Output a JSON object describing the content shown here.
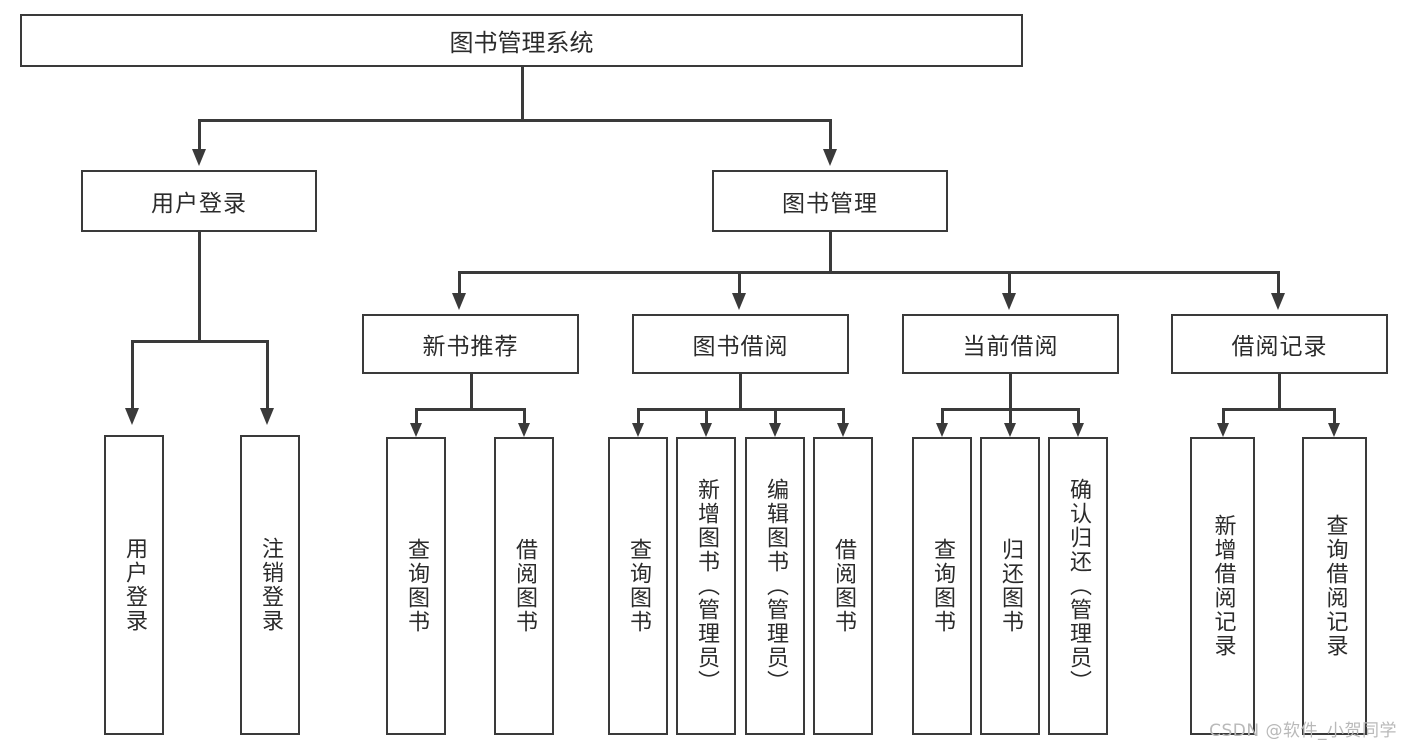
{
  "diagram": {
    "title": "图书管理系统",
    "type": "tree",
    "root": {
      "label": "图书管理系统"
    },
    "level2": [
      {
        "label": "用户登录"
      },
      {
        "label": "图书管理"
      }
    ],
    "level3": [
      {
        "label": "新书推荐"
      },
      {
        "label": "图书借阅"
      },
      {
        "label": "当前借阅"
      },
      {
        "label": "借阅记录"
      }
    ],
    "leaves": {
      "user_login": [
        {
          "label": "用户登录"
        },
        {
          "label": "注销登录"
        }
      ],
      "new_book_recommend": [
        {
          "label": "查询图书"
        },
        {
          "label": "借阅图书"
        }
      ],
      "book_borrow": [
        {
          "label": "查询图书"
        },
        {
          "label": "新增图书（管理员）"
        },
        {
          "label": "编辑图书（管理员）"
        },
        {
          "label": "借阅图书"
        }
      ],
      "current_borrow": [
        {
          "label": "查询图书"
        },
        {
          "label": "归还图书"
        },
        {
          "label": "确认归还（管理员）"
        }
      ],
      "borrow_record": [
        {
          "label": "新增借阅记录"
        },
        {
          "label": "查询借阅记录"
        }
      ]
    }
  },
  "watermark": {
    "text": "CSDN @软件_小贺同学"
  },
  "colors": {
    "stroke": "#3a3a3a",
    "text": "#2b2b2b",
    "background": "#ffffff",
    "watermark": "#b9b9b9"
  }
}
